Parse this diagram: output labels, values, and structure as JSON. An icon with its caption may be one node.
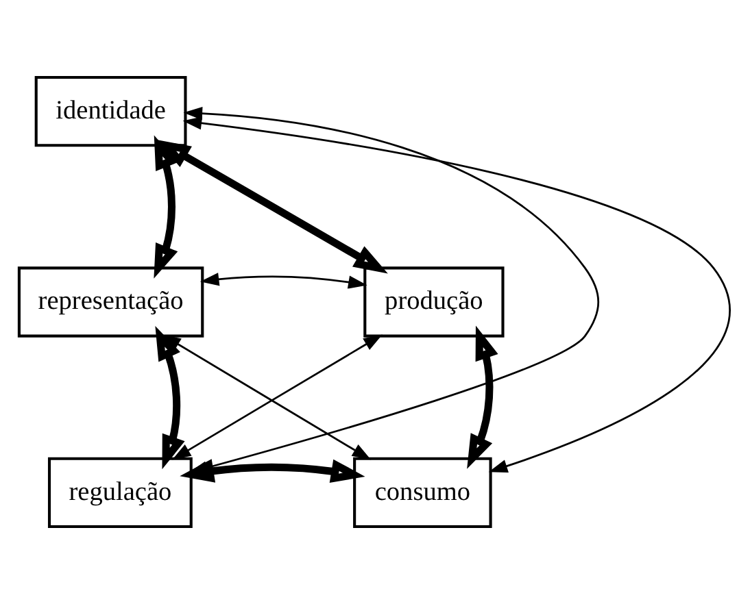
{
  "diagram": {
    "nodes": [
      {
        "text": [
          "identidade"
        ]
      },
      {
        "text": [
          "representação"
        ]
      },
      {
        "text": [
          "produção"
        ]
      },
      {
        "text": [
          "regulação"
        ]
      },
      {
        "text": [
          "consumo"
        ]
      }
    ],
    "edges": [
      {
        "from": 0,
        "to": 2,
        "arrow": "both",
        "style": "thick"
      },
      {
        "from": 2,
        "to": 4,
        "arrow": "both",
        "style": "thick"
      },
      {
        "from": 4,
        "to": 3,
        "arrow": "both",
        "style": "thick"
      },
      {
        "from": 3,
        "to": 1,
        "arrow": "both",
        "style": "thick"
      },
      {
        "from": 1,
        "to": 0,
        "arrow": "both",
        "style": "thick"
      },
      {
        "from": 0,
        "to": 3,
        "arrow": "both"
      },
      {
        "from": 0,
        "to": 4,
        "arrow": "both"
      },
      {
        "from": 1,
        "to": 2,
        "arrow": "both"
      },
      {
        "from": 1,
        "to": 4,
        "arrow": "both"
      },
      {
        "from": 3,
        "to": 2,
        "arrow": "both"
      }
    ]
  }
}
